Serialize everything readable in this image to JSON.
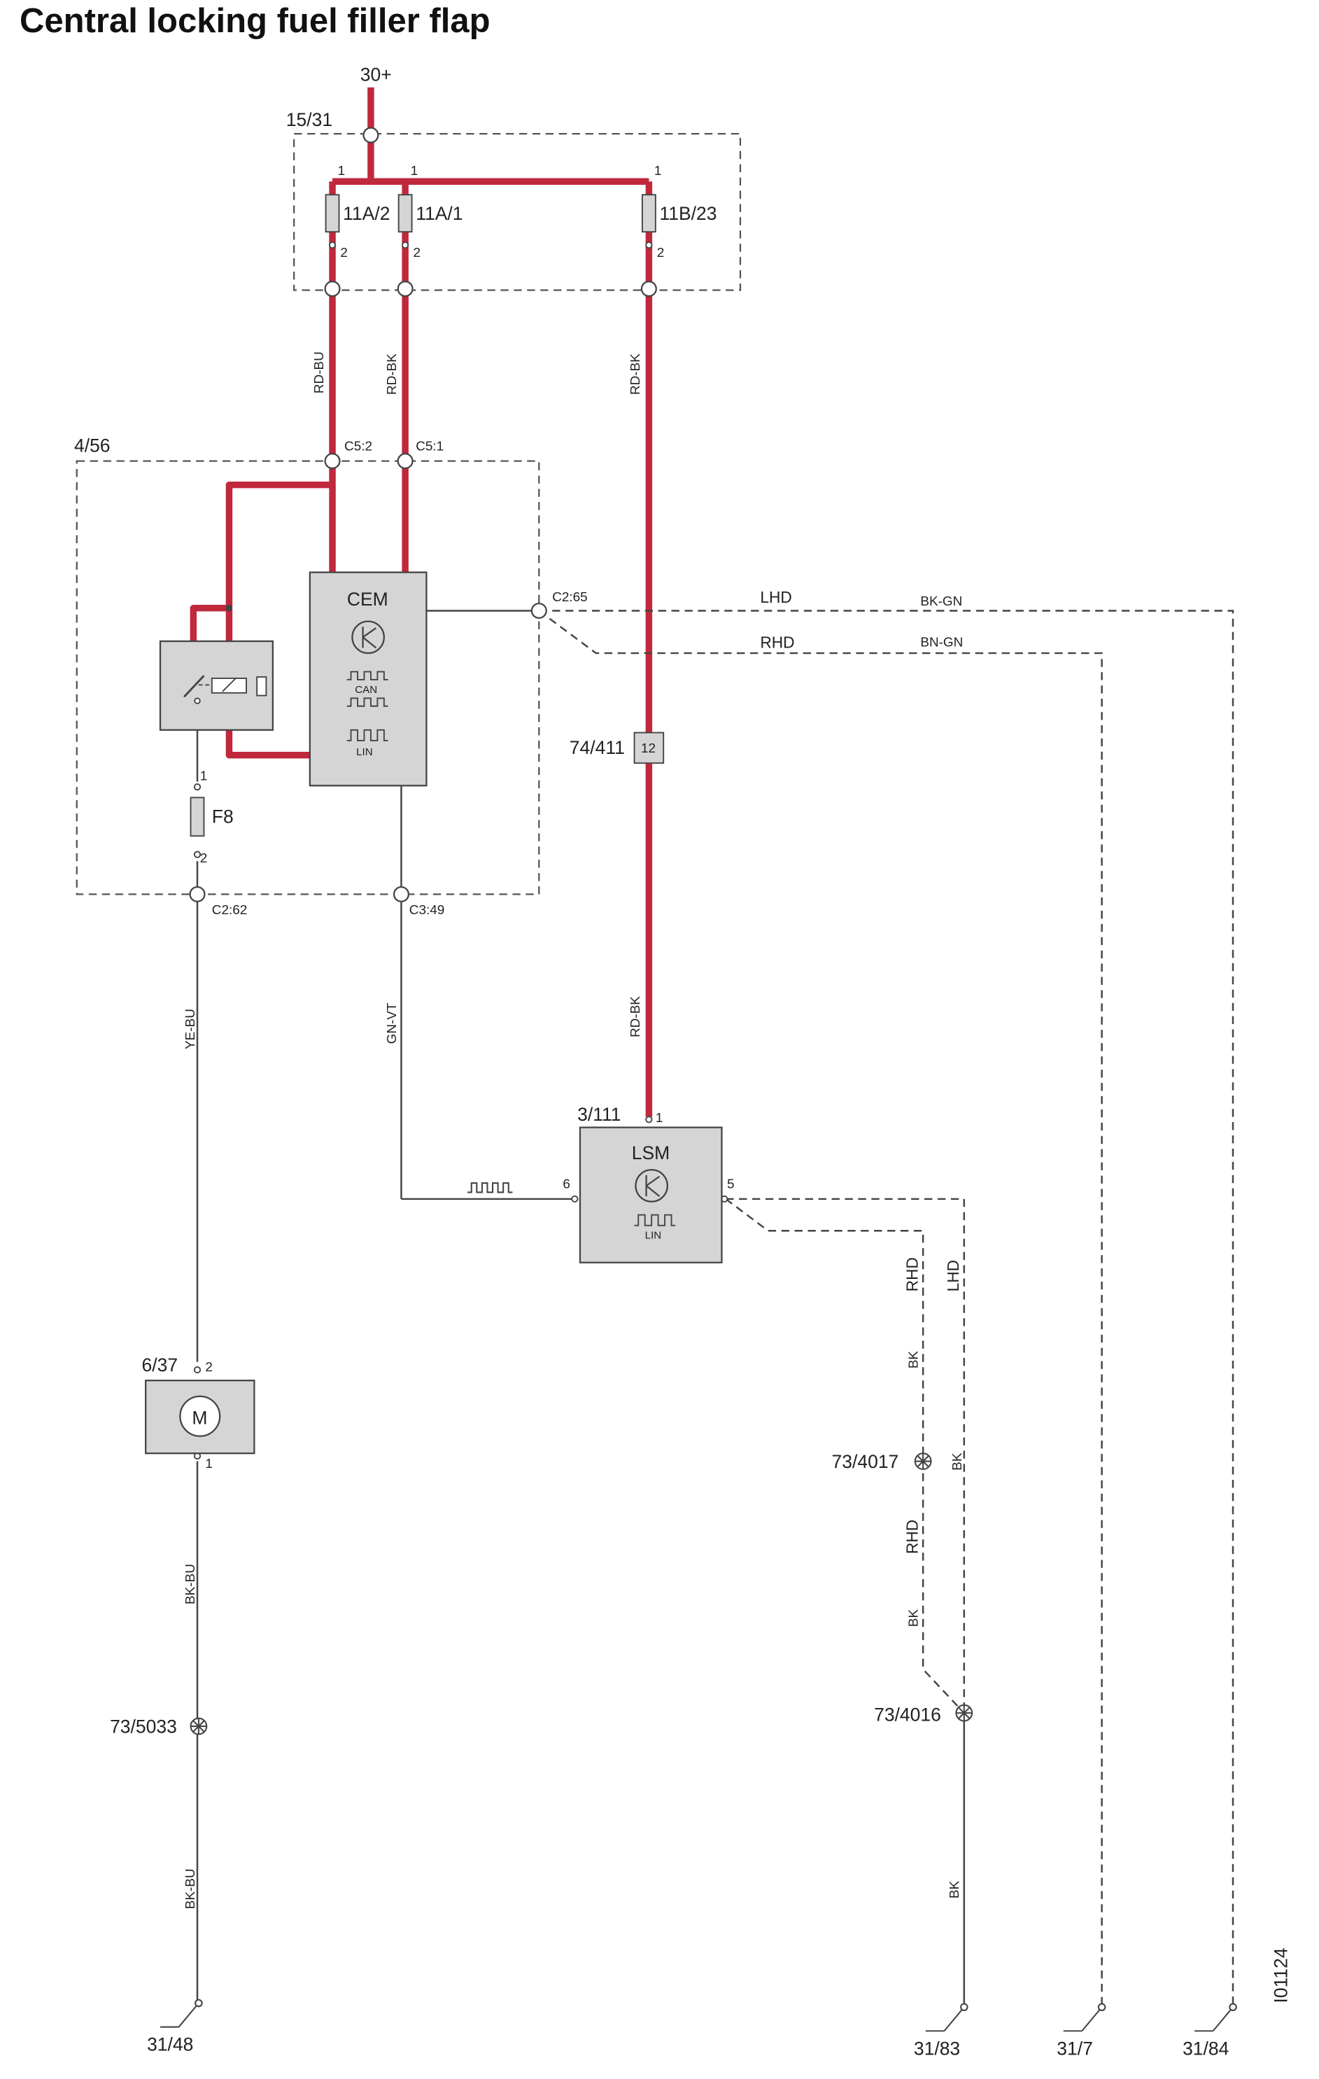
{
  "title": "Central locking fuel filler flap",
  "colors": {
    "supply_wire": "#c0283c",
    "signal_wire": "#444444",
    "component_fill": "#d5d5d5",
    "box_outline": "#555555"
  },
  "labels": {
    "supply": "30+",
    "fuse_box": "15/31",
    "fuse_11a2": "11A/2",
    "fuse_11a1": "11A/1",
    "fuse_11b23": "11B/23",
    "pin_1": "1",
    "pin_2": "2",
    "pin_5": "5",
    "pin_6": "6",
    "pin_12": "12",
    "wire_rd_bu": "RD-BU",
    "wire_rd_bk": "RD-BK",
    "wire_ye_bu": "YE-BU",
    "wire_gn_vt": "GN-VT",
    "wire_bk_bu": "BK-BU",
    "wire_bk": "BK",
    "wire_bk_gn": "BK-GN",
    "wire_bn_gn": "BN-GN",
    "lhd": "LHD",
    "rhd": "RHD",
    "cem_box": "4/56",
    "c5_2": "C5:2",
    "c5_1": "C5:1",
    "c2_65": "C2:65",
    "c2_62": "C2:62",
    "c3_49": "C3:49",
    "cem": "CEM",
    "can": "CAN",
    "lin": "LIN",
    "fuse_f8": "F8",
    "connector_74_411": "74/411",
    "lsm_id": "3/111",
    "lsm": "LSM",
    "motor_id": "6/37",
    "motor": "M",
    "splice_73_5033": "73/5033",
    "splice_73_4017": "73/4017",
    "splice_73_4016": "73/4016",
    "ground_31_48": "31/48",
    "ground_31_83": "31/83",
    "ground_31_7": "31/7",
    "ground_31_84": "31/84",
    "diagram_id": "I01124"
  }
}
